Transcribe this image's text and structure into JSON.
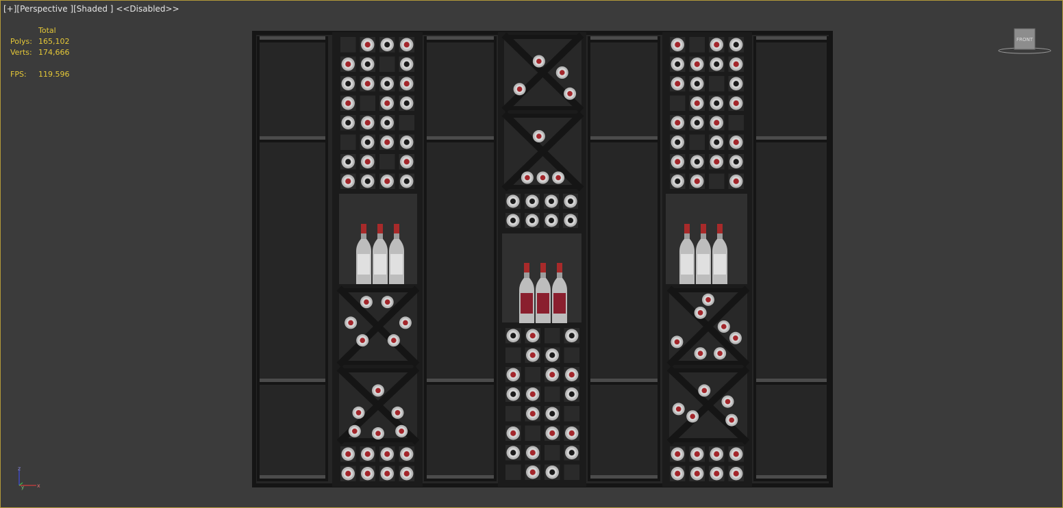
{
  "viewport": {
    "label_plus": "[+]",
    "label_view": "[Perspective ]",
    "label_shading": "[Shaded ]",
    "label_status": "<<Disabled>>"
  },
  "stats": {
    "header": "Total",
    "polys_label": "Polys:",
    "polys_value": "165,102",
    "verts_label": "Verts:",
    "verts_value": "174,666",
    "fps_label": "FPS:",
    "fps_value": "119.596"
  },
  "viewcube": {
    "face_label": "FRONT"
  },
  "axis": {
    "z_label": "z",
    "x_label": "x",
    "y_label": "y"
  },
  "colors": {
    "viewport_border": "#b39a3a",
    "stats_text": "#e5c838",
    "frame": "#1a1a1a",
    "bottle_cap": "#a82a2a"
  }
}
